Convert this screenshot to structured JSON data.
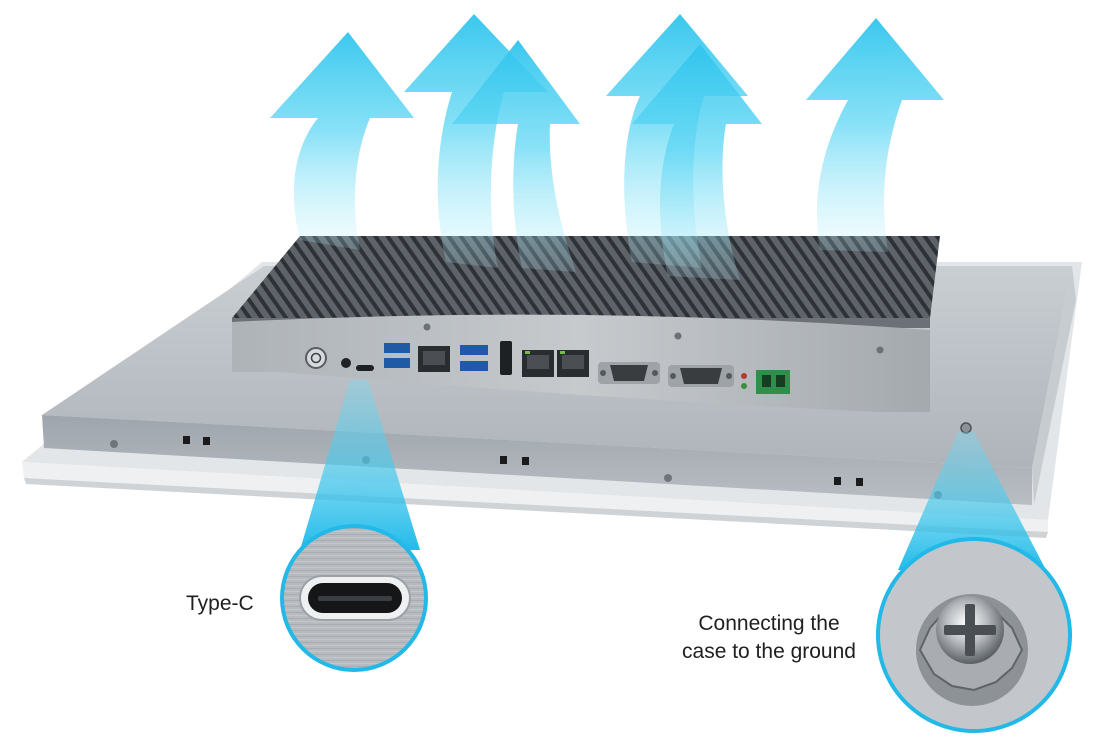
{
  "product": {
    "kind": "fanless panel PC rear view",
    "airflow": "upward heat-dissipation arrows"
  },
  "callouts": {
    "typec_label": "Type-C",
    "ground_label_line1": "Connecting the",
    "ground_label_line2": "case to the ground"
  },
  "colors": {
    "accent_cyan": "#2fc6ee",
    "arrow_light": "#7fe3f8",
    "chassis_gray": "#b9bfc5",
    "frame_silver": "#d9dde0",
    "heatsink_dark": "#3d4147",
    "terminal_green": "#2f8f4a"
  },
  "icons": [
    "power-icon",
    "usb-a-port-icon",
    "rj45-port-icon",
    "hdmi-port-icon",
    "db9-serial-port-icon",
    "usb-c-port-icon",
    "ground-screw-icon",
    "airflow-arrow-icon"
  ]
}
